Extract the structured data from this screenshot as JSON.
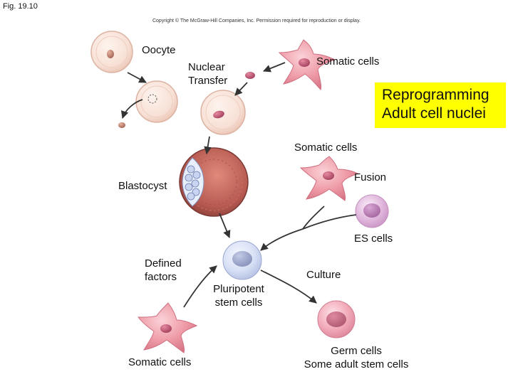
{
  "figure": {
    "label": "Fig. 19.10",
    "copyright": "Copyright © The McGraw-Hill Companies, Inc. Permission required for reproduction or display."
  },
  "labels": {
    "oocyte": "Oocyte",
    "nuclear_transfer": [
      "Nuclear",
      "Transfer"
    ],
    "somatic_cells_top": "Somatic cells",
    "reprogramming": [
      "Reprogramming",
      "Adult cell nuclei"
    ],
    "somatic_cells_mid": "Somatic cells",
    "fusion": "Fusion",
    "blastocyst": "Blastocyst",
    "es_cells": "ES cells",
    "defined_factors": [
      "Defined",
      "factors"
    ],
    "culture": "Culture",
    "pluripotent": [
      "Pluripotent",
      "stem cells"
    ],
    "somatic_cells_bottom": "Somatic cells",
    "germ_cells": [
      "Germ cells",
      "Some adult stem cells"
    ]
  },
  "colors": {
    "highlight": "#ffff00",
    "oocyte_fill": "#f8e1d6",
    "somatic_fill": "#ee9aa6",
    "blastocyst_fill": "#b85b52",
    "es_fill": "#e0b7dc",
    "pluripotent_fill": "#d8e0f5",
    "germ_fill": "#f2aab8",
    "arrow": "#333333"
  }
}
